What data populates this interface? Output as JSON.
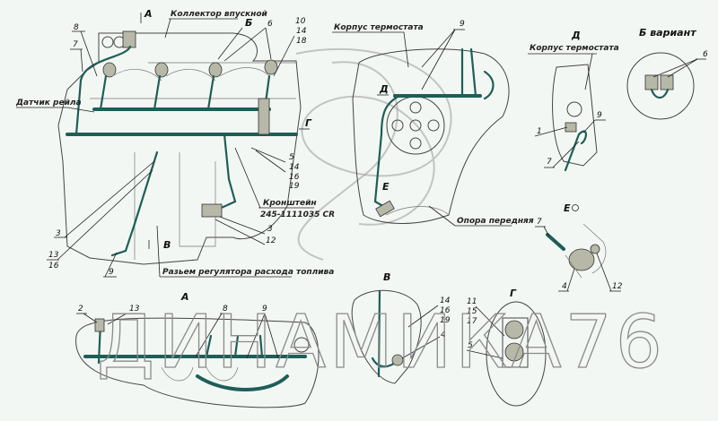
{
  "colors": {
    "wire": "#1e5e58",
    "background": "#f3f7f3",
    "connector": "#b8b8a8"
  },
  "watermark": "ДИНАМИКА76",
  "main_view": {
    "view_A": "А",
    "intake": "Коллектор впускной",
    "view_B": "Б",
    "n6": "6",
    "n10": "10",
    "n14a": "14",
    "n18": "18",
    "n8": "8",
    "n7": "7",
    "rail_sensor": "Датчик рейла",
    "view_G": "Г",
    "n5": "5",
    "n14b": "14",
    "n16": "16",
    "n19": "19",
    "bracket": "Кронштейн",
    "bracket_no": "245-1111035 CR",
    "n3r": "3",
    "n12": "12",
    "n3l": "3",
    "n13": "13",
    "n16l": "16",
    "n9": "9",
    "view_V": "В",
    "fuel_reg": "Разьем регулятора расхода топлива"
  },
  "front_view": {
    "thermostat": "Корпус термостата",
    "n9": "9",
    "view_D": "Д",
    "view_E": "Е",
    "front_mount": "Опора передняя"
  },
  "detail_D": {
    "title": "Д",
    "thermostat": "Корпус термостата",
    "n1": "1",
    "n9": "9",
    "n7": "7"
  },
  "detail_B_variant": {
    "title": "Б вариант",
    "n6": "6"
  },
  "detail_E": {
    "title": "Е",
    "n7": "7",
    "n4": "4",
    "n12": "12"
  },
  "detail_A": {
    "title": "А",
    "n2": "2",
    "n13": "13",
    "n8": "8",
    "n9": "9"
  },
  "detail_V": {
    "title": "В",
    "n14": "14",
    "n16": "16",
    "n19": "19",
    "n4": "4"
  },
  "detail_G": {
    "title": "Г",
    "n11": "11",
    "n15": "15",
    "n17": "17",
    "n5": "5"
  }
}
